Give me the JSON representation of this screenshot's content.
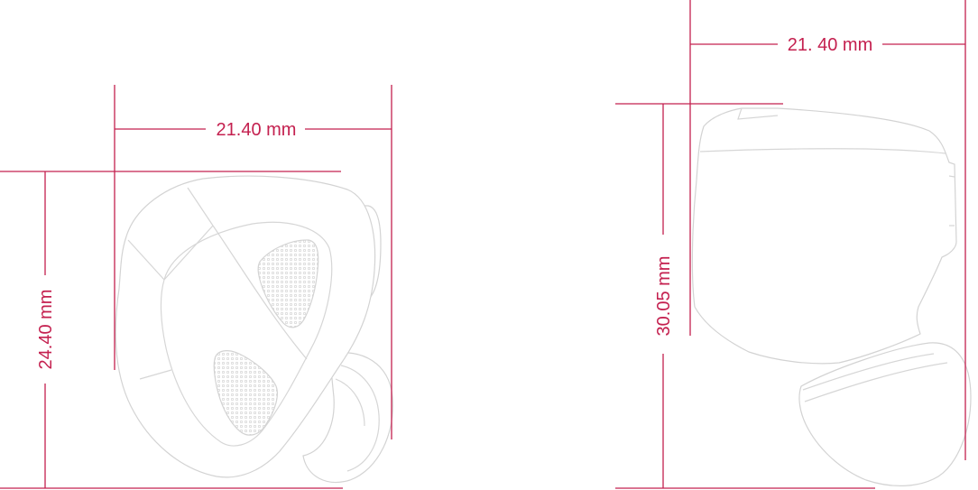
{
  "front_view": {
    "width_label": "21.40 mm",
    "height_label": "24.40 mm"
  },
  "side_view": {
    "width_label": "21. 40 mm",
    "height_label": "30.05 mm"
  },
  "colors": {
    "dimension": "#c4204f",
    "outline": "#d6d6d6"
  }
}
